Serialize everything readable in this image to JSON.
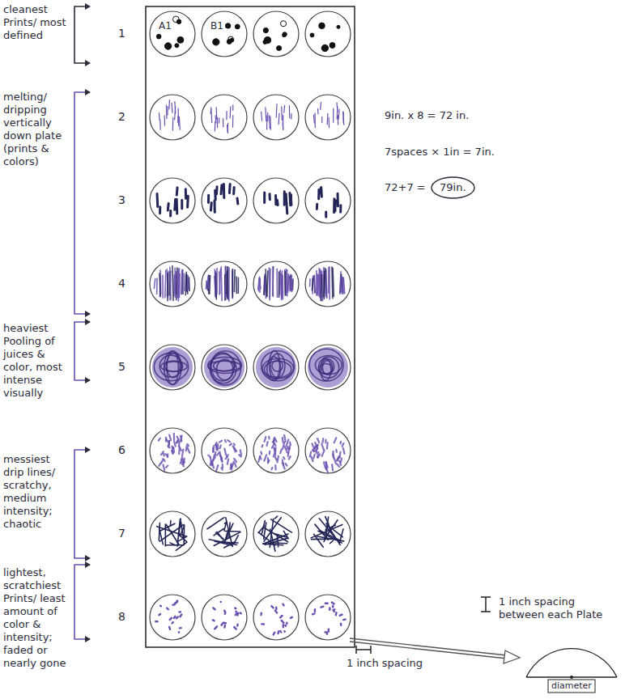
{
  "diagram": {
    "nodes": [
      {
        "text": [
          "A1"
        ]
      },
      {
        "text": [
          "B1"
        ]
      },
      {
        "text": [
          "79in."
        ]
      },
      {
        "text": [
          "diameter"
        ]
      }
    ],
    "labels": [
      "cleanest Prints/ most defined",
      "1",
      "melting/ dripping vertically down plate (prints & colors)",
      "2",
      "3",
      "4",
      "heaviest Pooling of juices & color, most intense visually",
      "5",
      "messiest drip lines/ scratchy, medium intensity; chaotic",
      "6",
      "7",
      "lightest, scratchiest Prints/ least amount of color & intensity; faded or nearly gone",
      "8",
      "9in. x 8 = 72 in.",
      "7spaces × 1in = 7in.",
      "72+7 =",
      "1 inch spacing between each Plate",
      "1 inch spacing"
    ]
  }
}
